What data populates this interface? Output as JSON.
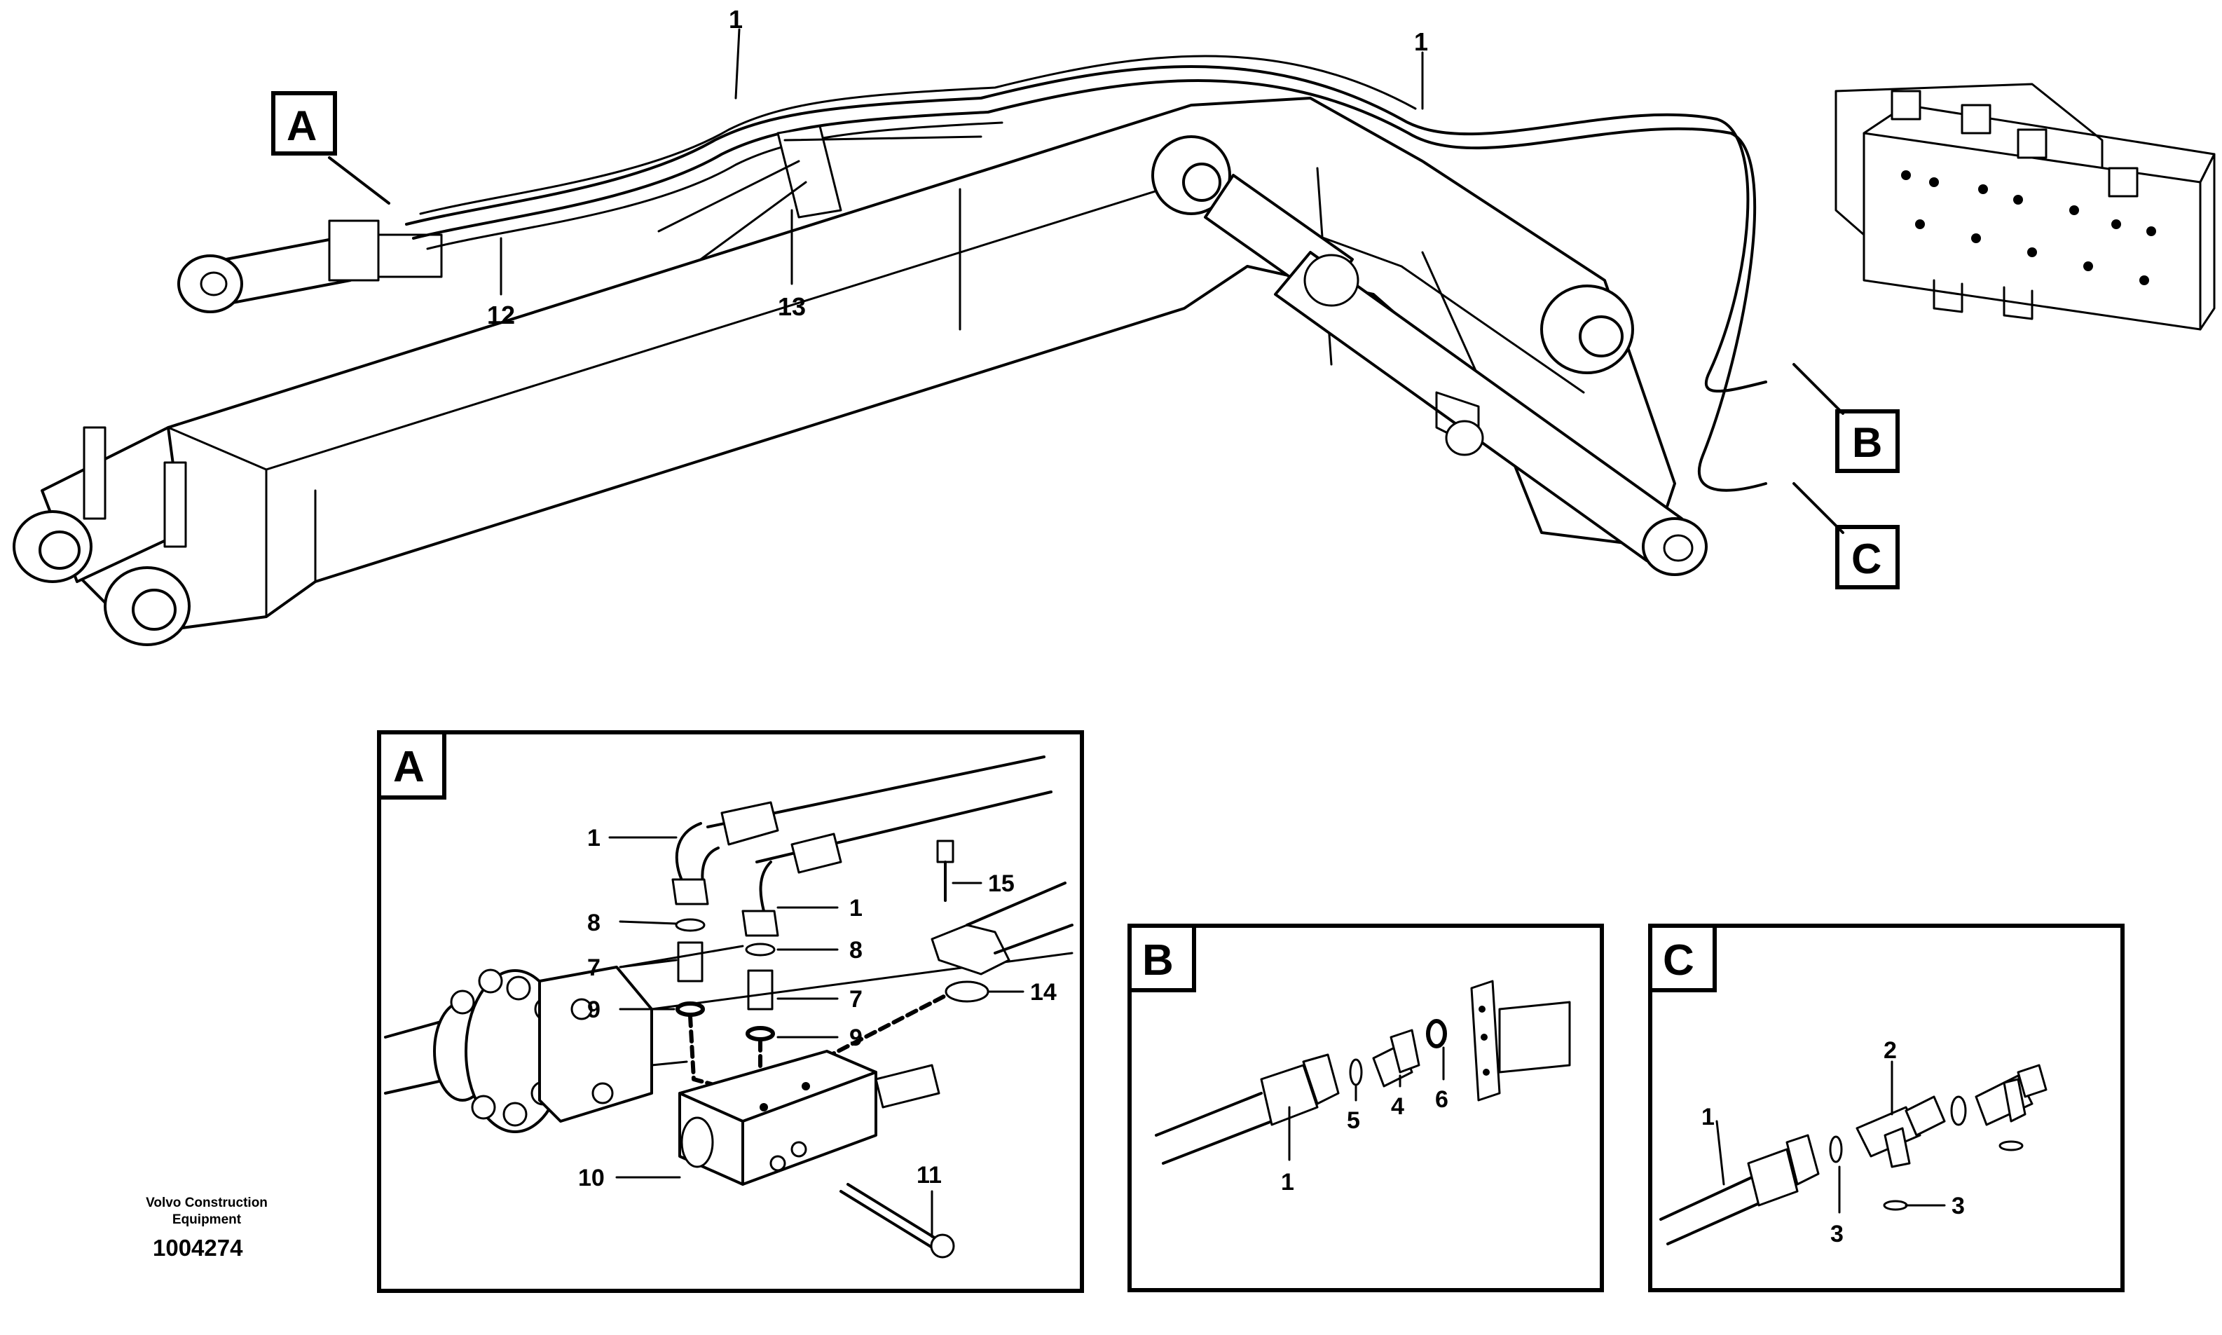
{
  "main_view": {
    "callouts": {
      "hose_left": "1",
      "hose_right": "1",
      "clamp_12": "12",
      "clamp_13": "13"
    },
    "views": {
      "a": "A",
      "b": "B",
      "c": "C"
    }
  },
  "detail_a": {
    "title": "A",
    "labels": {
      "hose_left": "1",
      "hose_right": "1",
      "oring_left": "8",
      "oring_right": "8",
      "nipple_left": "7",
      "nipple_right": "7",
      "washer_left": "9",
      "washer_right": "9",
      "block": "10",
      "screw_11": "11",
      "oring_14": "14",
      "screw_15": "15"
    }
  },
  "detail_b": {
    "title": "B",
    "labels": {
      "hose": "1",
      "seal": "5",
      "coupling": "4",
      "washer": "6"
    }
  },
  "detail_c": {
    "title": "C",
    "labels": {
      "hose": "1",
      "tee": "2",
      "seal_lower": "3",
      "seal_right": "3"
    }
  },
  "credit": {
    "company_line1": "Volvo Construction",
    "company_line2": "Equipment",
    "doc_number": "1004274"
  }
}
